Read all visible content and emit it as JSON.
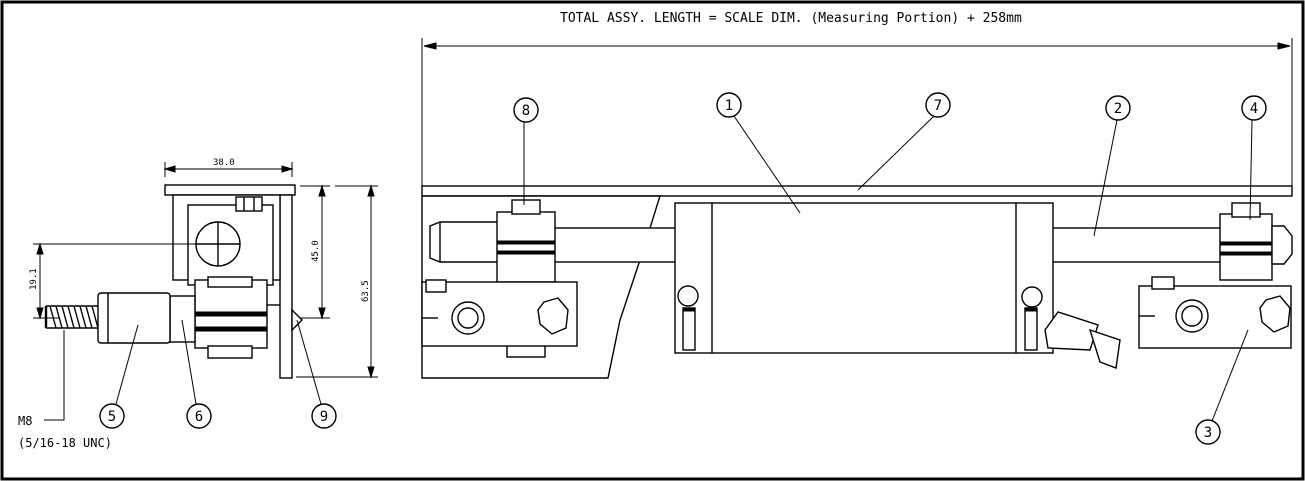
{
  "drawing": {
    "total_length_note": "TOTAL ASSY. LENGTH = SCALE DIM. (Measuring Portion) + 258mm",
    "dimensions": {
      "width_top": "38.0",
      "height_inner": "45.0",
      "height_outer": "63.5",
      "thread_offset": "19.1"
    },
    "thread": {
      "size": "M8",
      "unc": "(5/16-18 UNC)"
    },
    "balloons": {
      "b1": "1",
      "b2": "2",
      "b3": "3",
      "b4": "4",
      "b5": "5",
      "b6": "6",
      "b7": "7",
      "b8": "8",
      "b9": "9"
    }
  }
}
